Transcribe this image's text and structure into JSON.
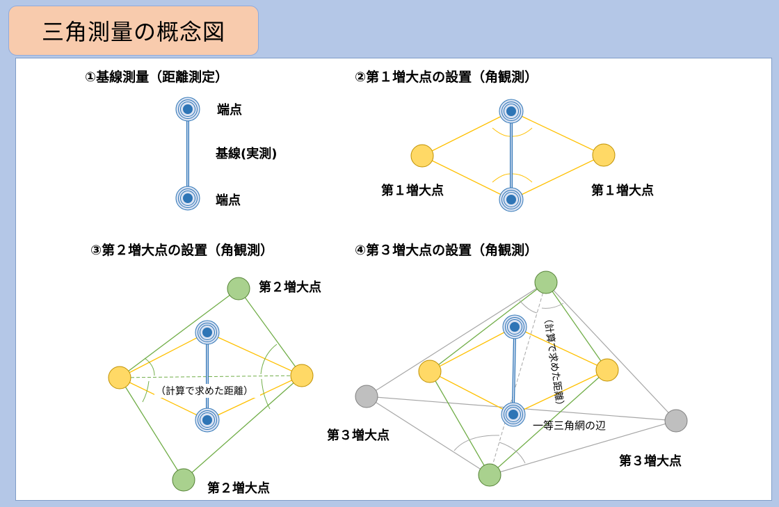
{
  "title": "三角測量の概念図",
  "panels": [
    {
      "heading": "①基線測量（距離測定）",
      "labels": {
        "end_top": "端点",
        "baseline": "基線(実測)",
        "end_bottom": "端点"
      }
    },
    {
      "heading": "②第１増大点の設置（角観測）",
      "labels": {
        "left": "第１増大点",
        "right": "第１増大点"
      }
    },
    {
      "heading": "③第２増大点の設置（角観測）",
      "labels": {
        "top": "第２増大点",
        "bottom": "第２増大点",
        "computed": "（計算で求めた距離）"
      }
    },
    {
      "heading": "④第３増大点の設置（角観測）",
      "labels": {
        "left": "第３増大点",
        "right": "第３増大点",
        "computed": "（計算で求めた距離）",
        "first_order_side": "一等三角網の辺"
      }
    }
  ],
  "colors": {
    "background": "#b4c7e7",
    "title_box": "#f8cbad",
    "baseline_point": "#2e75b6",
    "first_point": "#ffd966",
    "second_point": "#a9d18e",
    "third_point": "#bfbfbf"
  }
}
